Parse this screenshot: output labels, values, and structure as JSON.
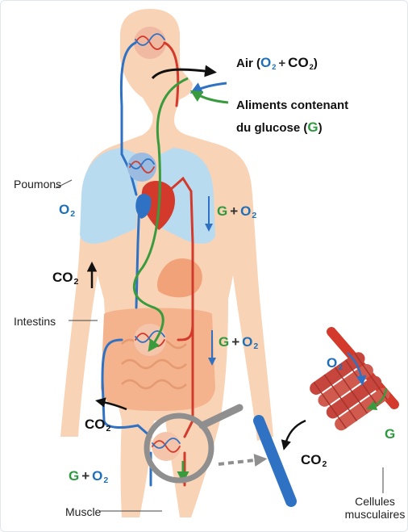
{
  "labels": {
    "air": {
      "prefix": "Air (",
      "o2": "O",
      "o2_sub": "2",
      "plus": "+",
      "co2": "CO",
      "co2_sub": "2",
      "suffix": ")"
    },
    "food_line1": "Aliments contenant",
    "food_line2_prefix": "du glucose (",
    "food_line2_g": "G",
    "food_line2_suffix": ")",
    "poumons": "Poumons",
    "intestins": "Intestins",
    "muscle": "Muscle",
    "cellules_line1": "Cellules",
    "cellules_line2": "musculaires",
    "o2_lungs": {
      "base": "O",
      "sub": "2"
    },
    "co2_lungs": {
      "base": "CO",
      "sub": "2"
    },
    "g_o2_upper": {
      "g": "G",
      "plus": "+",
      "base": "O",
      "sub": "2"
    },
    "g_o2_middle": {
      "g": "G",
      "plus": "+",
      "base": "O",
      "sub": "2"
    },
    "co2_lower": {
      "base": "CO",
      "sub": "2"
    },
    "g_o2_lower": {
      "g": "G",
      "plus": "+",
      "base": "O",
      "sub": "2"
    },
    "o2_zoom": {
      "base": "O",
      "sub": "2"
    },
    "g_zoom": "G",
    "co2_zoom": {
      "base": "CO",
      "sub": "2"
    }
  },
  "colors": {
    "skin": "#f9d3b5",
    "lungs": "#b9dbef",
    "intestine": "#f4b38c",
    "artery": "#d33a2c",
    "vein": "#2f72c4",
    "glucose": "#3a9b3e",
    "dark_arrow": "#111111",
    "magnifier": "#8f8f8f",
    "o2": "#1e6fb8",
    "g": "#2e9a3f"
  },
  "icons": [
    "human-body",
    "lungs",
    "heart",
    "stomach",
    "intestines",
    "blood-vessels",
    "magnifier",
    "muscle-fibers"
  ]
}
